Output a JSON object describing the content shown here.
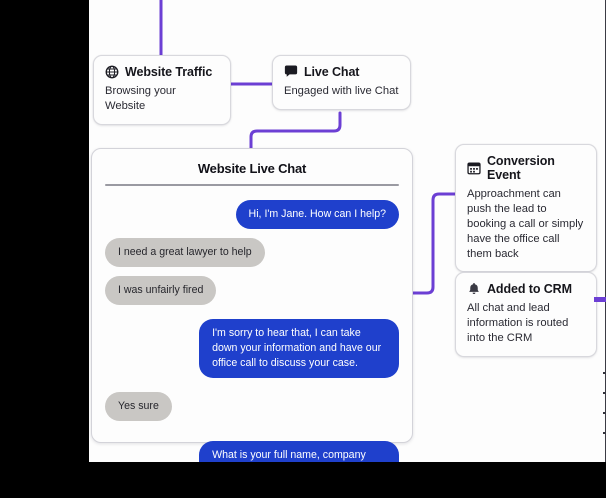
{
  "canvas": {
    "background": "#fdfdfd",
    "accent": "#6c3fd4",
    "bubble_me": "#1f40cc",
    "bubble_them": "#c9c7c4"
  },
  "nodes": [
    {
      "id": "website-traffic",
      "icon": "globe-icon",
      "title": "Website Traffic",
      "body": "Browsing your Website"
    },
    {
      "id": "live-chat",
      "icon": "chat-bubble-icon",
      "title": "Live Chat",
      "body": "Engaged with live Chat"
    },
    {
      "id": "conversion-event",
      "icon": "calendar-icon",
      "title": "Conversion Event",
      "body": "Approachment can push the lead to booking a call or simply have the office call them back"
    },
    {
      "id": "added-to-crm",
      "icon": "bell-icon",
      "title": "Added to CRM",
      "body": "All chat and lead information is routed into the CRM"
    }
  ],
  "chat": {
    "title": "Website Live Chat",
    "messages": [
      {
        "from": "agent",
        "text": "Hi, I'm Jane. How can I help?"
      },
      {
        "from": "visitor",
        "text": "I need a great lawyer to help"
      },
      {
        "from": "visitor",
        "text": "I was unfairly fired"
      },
      {
        "from": "agent",
        "text": "I'm sorry to hear that, I can take down your information and have our office call to discuss your case."
      },
      {
        "from": "visitor",
        "text": "Yes sure"
      },
      {
        "from": "agent",
        "text": "What is your full name, company name, contact number and email address please?"
      }
    ]
  }
}
